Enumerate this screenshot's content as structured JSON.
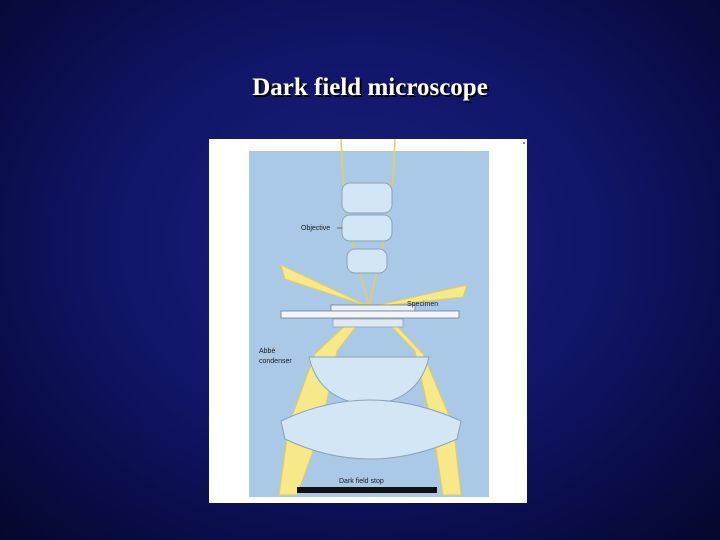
{
  "slide": {
    "title": "Dark field microscope"
  },
  "diagram": {
    "labels": {
      "objective": "Objective",
      "specimen": "Specimen",
      "condenser_line1": "Abbé",
      "condenser_line2": "condenser",
      "stop": "Dark field stop"
    },
    "colors": {
      "panel": "#a9c9e6",
      "light": "#f7e98a",
      "light_edge": "#e8cf4f",
      "lens": "#d3e6f5",
      "lens_edge": "#8aa3b8",
      "stop": "#111111"
    }
  }
}
